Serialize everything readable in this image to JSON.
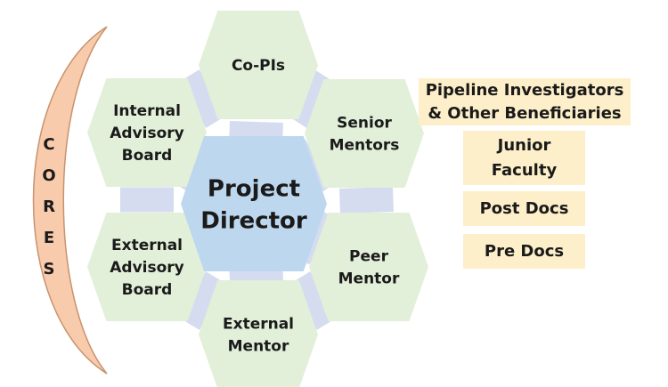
{
  "cores": {
    "letters": [
      "C",
      "O",
      "R",
      "E",
      "S"
    ]
  },
  "center": {
    "lines": [
      "Project",
      "Director"
    ]
  },
  "hexagons": [
    {
      "id": "co-pis",
      "lines": [
        "Co-PIs"
      ]
    },
    {
      "id": "internal-advisory-board",
      "lines": [
        "Internal",
        "Advisory",
        "Board"
      ]
    },
    {
      "id": "senior-mentors",
      "lines": [
        "Senior",
        "Mentors"
      ]
    },
    {
      "id": "external-advisory-board",
      "lines": [
        "External",
        "Advisory",
        "Board"
      ]
    },
    {
      "id": "peer-mentor",
      "lines": [
        "Peer",
        "Mentor"
      ]
    },
    {
      "id": "external-mentor",
      "lines": [
        "External",
        "Mentor"
      ]
    }
  ],
  "beneficiaries": {
    "header": [
      "Pipeline Investigators",
      "& Other Beneficiaries"
    ],
    "junior_faculty": [
      "Junior",
      "Faculty"
    ],
    "post_docs": "Post Docs",
    "pre_docs": "Pre Docs"
  },
  "colors": {
    "hex": "#e2efd9",
    "center": "#bdd7ee",
    "connector": "#d5dcef",
    "cores": "#f8cbad",
    "cores_stroke": "#c8936d",
    "box": "#fdefc9"
  }
}
